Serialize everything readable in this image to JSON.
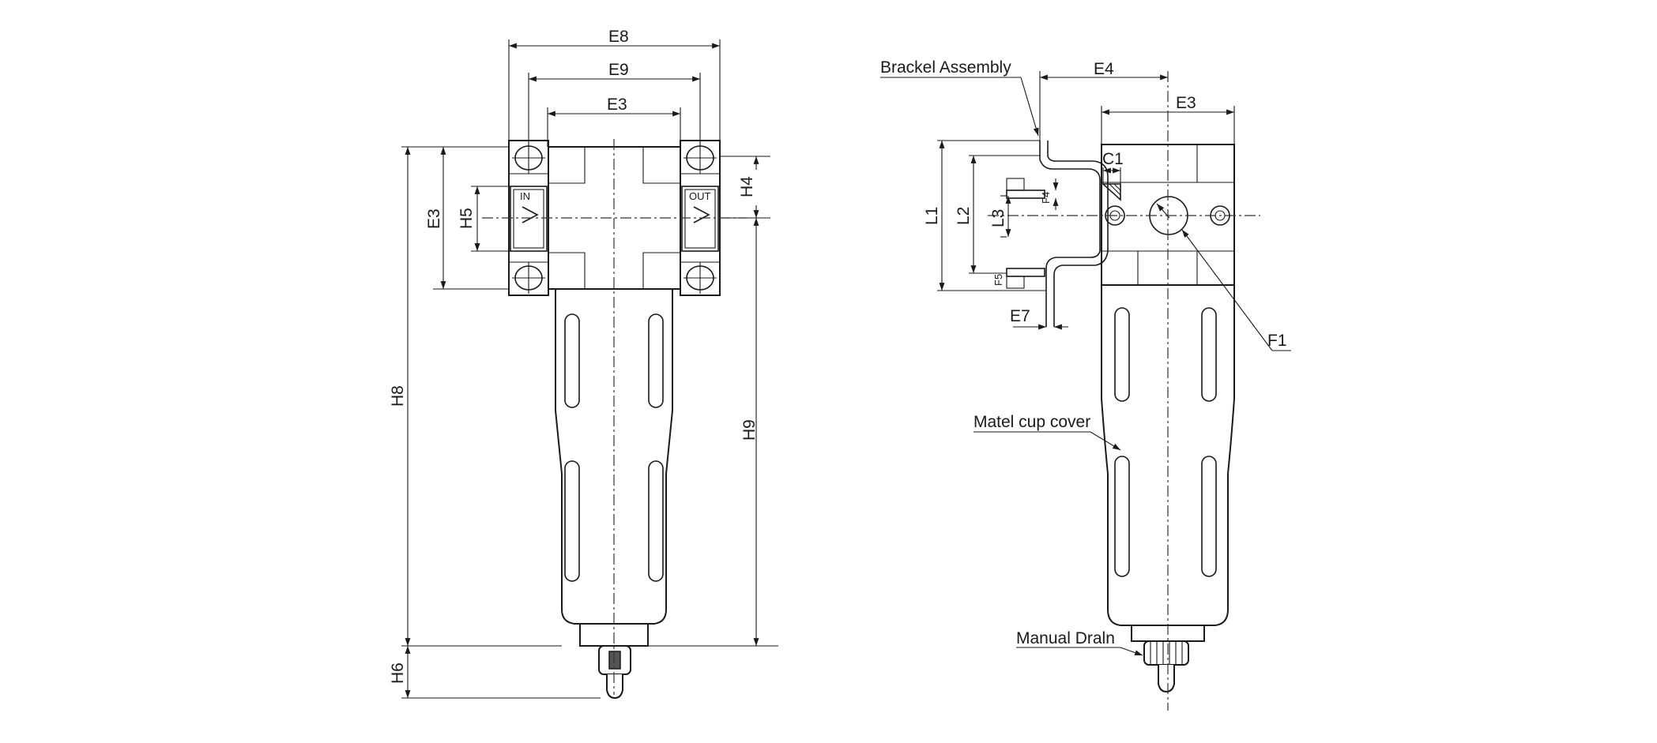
{
  "front_view": {
    "dims": {
      "E8": "E8",
      "E9": "E9",
      "E3": "E3",
      "E3_side": "E3",
      "H5": "H5",
      "H4": "H4",
      "H8": "H8",
      "H9": "H9",
      "H6": "H6"
    },
    "ports": {
      "in": "IN",
      "out": "OUT"
    }
  },
  "side_view": {
    "dims": {
      "E4": "E4",
      "E3": "E3",
      "C1": "C1",
      "L1": "L1",
      "L2": "L2",
      "L3": "L3",
      "F4": "F4",
      "F5": "F5",
      "E7": "E7",
      "F1": "F1"
    },
    "callouts": {
      "bracket": "Brackel Assembly",
      "cup_cover": "Matel cup cover",
      "drain": "Manual Draln"
    }
  }
}
